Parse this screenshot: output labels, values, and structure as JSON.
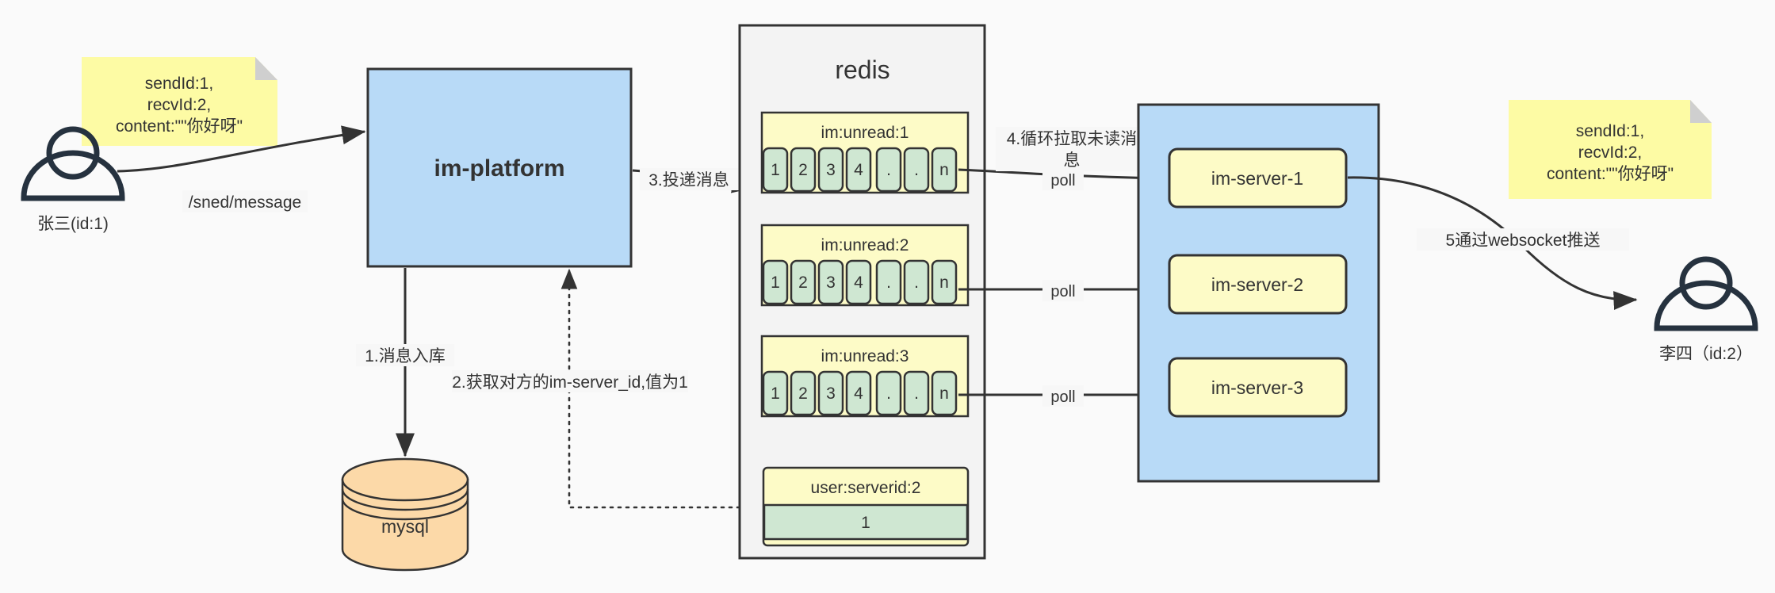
{
  "diagram": {
    "title": "IM message delivery architecture",
    "background": "#fafafa",
    "colors": {
      "blue_fill": "#b8daf7",
      "yellow_fill": "#fdfbc7",
      "note_fill": "#fdfba4",
      "green_fill": "#cfe7d2",
      "orange_fill": "#fcd9a8",
      "gray_fill": "#f3f3f3",
      "stroke": "#333333",
      "actor_stroke": "#26323f"
    }
  },
  "actors": {
    "sender": {
      "name": "张三(id:1)",
      "icon": "person-icon"
    },
    "receiver": {
      "name": "李四（id:2）",
      "icon": "person-icon"
    }
  },
  "notes": {
    "left": {
      "line1": "sendId:1,",
      "line2": "recvId:2,",
      "line3": "content:\"\"你好呀\""
    },
    "right": {
      "line1": "sendId:1,",
      "line2": "recvId:2,",
      "line3": "content:\"\"你好呀\""
    }
  },
  "nodes": {
    "platform": "im-platform",
    "mysql": "mysql",
    "redis": "redis",
    "servers": [
      "im-server-1",
      "im-server-2",
      "im-server-3"
    ]
  },
  "redis_keys": [
    {
      "key": "im:unread:1",
      "cells": [
        "1",
        "2",
        "3",
        "4",
        ".",
        ".",
        "n"
      ]
    },
    {
      "key": "im:unread:2",
      "cells": [
        "1",
        "2",
        "3",
        "4",
        ".",
        ".",
        "n"
      ]
    },
    {
      "key": "im:unread:3",
      "cells": [
        "1",
        "2",
        "3",
        "4",
        ".",
        ".",
        "n"
      ]
    }
  ],
  "redis_user_server": {
    "key": "user:serverid:2",
    "value": "1"
  },
  "edge_labels": {
    "send_message": "/sned/message",
    "step1": "1.消息入库",
    "step2": "2.获取对方的im-server_id,值为1",
    "step3": "3.投递消息",
    "step4_line1": "4.循环拉取未读消",
    "step4_line2": "息",
    "step5": "5通过websocket推送",
    "poll1": "poll",
    "poll2": "poll",
    "poll3": "poll"
  }
}
